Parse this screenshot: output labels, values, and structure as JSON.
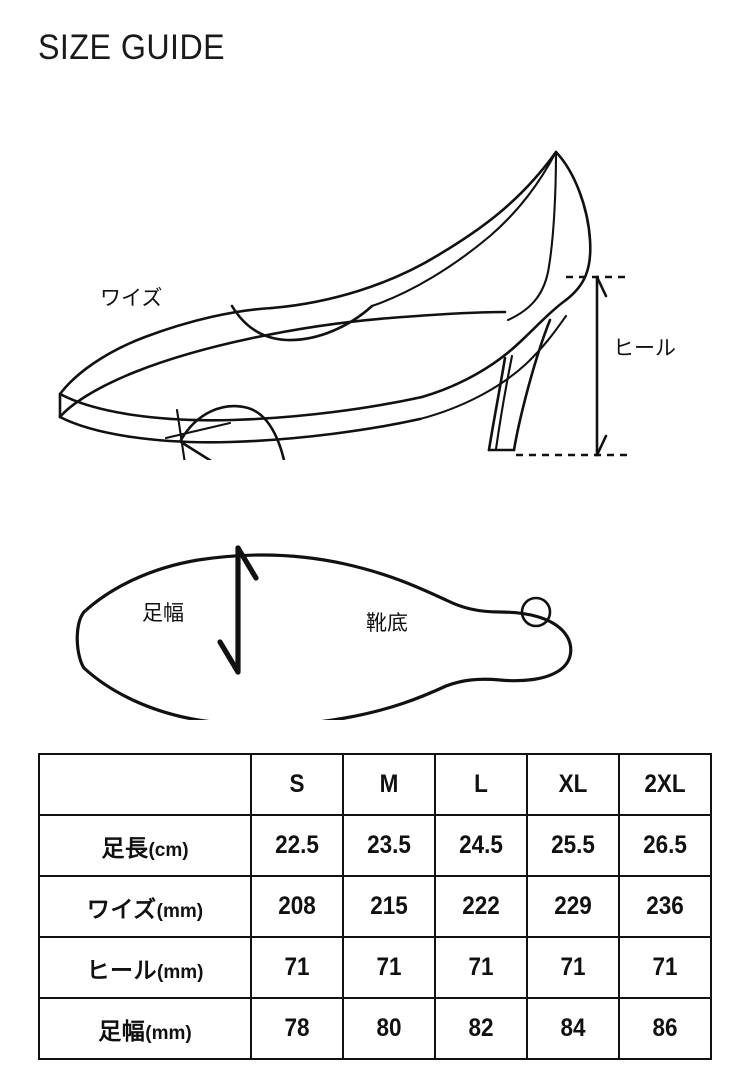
{
  "page": {
    "title": "SIZE GUIDE",
    "background_color": "#ffffff",
    "ink_color": "#111111"
  },
  "diagrams": {
    "side_view": {
      "name": "womens-pump-side-view",
      "labels": {
        "width": "ワイズ",
        "heel": "ヒール"
      }
    },
    "sole_view": {
      "name": "shoe-outsole-bottom-view",
      "labels": {
        "foot_width": "足幅",
        "sole": "靴底"
      }
    }
  },
  "table": {
    "corner_label": "",
    "sizes": [
      "S",
      "M",
      "L",
      "XL",
      "2XL"
    ],
    "rows": [
      {
        "label_jp": "足長",
        "label_unit": "(cm)",
        "values": [
          "22.5",
          "23.5",
          "24.5",
          "25.5",
          "26.5"
        ]
      },
      {
        "label_jp": "ワイズ",
        "label_unit": "(mm)",
        "values": [
          "208",
          "215",
          "222",
          "229",
          "236"
        ]
      },
      {
        "label_jp": "ヒール",
        "label_unit": "(mm)",
        "values": [
          "71",
          "71",
          "71",
          "71",
          "71"
        ]
      },
      {
        "label_jp": "足幅",
        "label_unit": "(mm)",
        "values": [
          "78",
          "80",
          "82",
          "84",
          "86"
        ]
      }
    ]
  }
}
